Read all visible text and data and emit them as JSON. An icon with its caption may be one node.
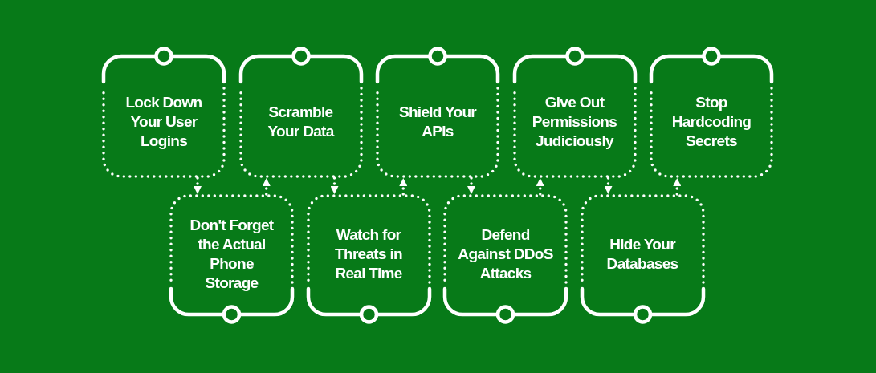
{
  "diagram": {
    "nodes": [
      {
        "text": [
          "Lock Down Your User Logins"
        ]
      },
      {
        "text": [
          "Scramble Your Data"
        ]
      },
      {
        "text": [
          "Shield Your APIs"
        ]
      },
      {
        "text": [
          "Give Out Permissions Judiciously"
        ]
      },
      {
        "text": [
          "Stop Hardcoding Secrets"
        ]
      },
      {
        "text": [
          "Don't Forget the Actual Phone Storage"
        ]
      },
      {
        "text": [
          "Watch for Threats in Real Time"
        ]
      },
      {
        "text": [
          "Defend Against DDoS Attacks"
        ]
      },
      {
        "text": [
          "Hide Your Databases"
        ]
      }
    ],
    "edges": [
      {
        "from": 0,
        "to": 5,
        "arrow": "to"
      },
      {
        "from": 5,
        "to": 1,
        "arrow": "to"
      },
      {
        "from": 1,
        "to": 6,
        "arrow": "to"
      },
      {
        "from": 6,
        "to": 2,
        "arrow": "to"
      },
      {
        "from": 2,
        "to": 7,
        "arrow": "to"
      },
      {
        "from": 7,
        "to": 3,
        "arrow": "to"
      },
      {
        "from": 3,
        "to": 8,
        "arrow": "to"
      },
      {
        "from": 8,
        "to": 4,
        "arrow": "to"
      }
    ]
  }
}
